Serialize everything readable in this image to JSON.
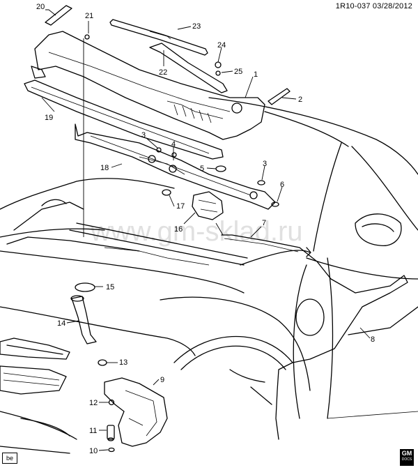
{
  "header": {
    "ref": "1R10-037  03/28/2012"
  },
  "watermark": "www.gm-sklad.ru",
  "corner_tag": "be",
  "logo": {
    "text": "GM",
    "sub": "DOCS"
  },
  "callouts": [
    {
      "n": "20"
    },
    {
      "n": "21"
    },
    {
      "n": "23"
    },
    {
      "n": "24"
    },
    {
      "n": "22"
    },
    {
      "n": "25"
    },
    {
      "n": "1"
    },
    {
      "n": "2"
    },
    {
      "n": "19"
    },
    {
      "n": "3"
    },
    {
      "n": "4"
    },
    {
      "n": "18"
    },
    {
      "n": "5"
    },
    {
      "n": "3"
    },
    {
      "n": "6"
    },
    {
      "n": "17"
    },
    {
      "n": "16"
    },
    {
      "n": "7"
    },
    {
      "n": "15"
    },
    {
      "n": "14"
    },
    {
      "n": "8"
    },
    {
      "n": "13"
    },
    {
      "n": "9"
    },
    {
      "n": "12"
    },
    {
      "n": "11"
    },
    {
      "n": "10"
    }
  ]
}
